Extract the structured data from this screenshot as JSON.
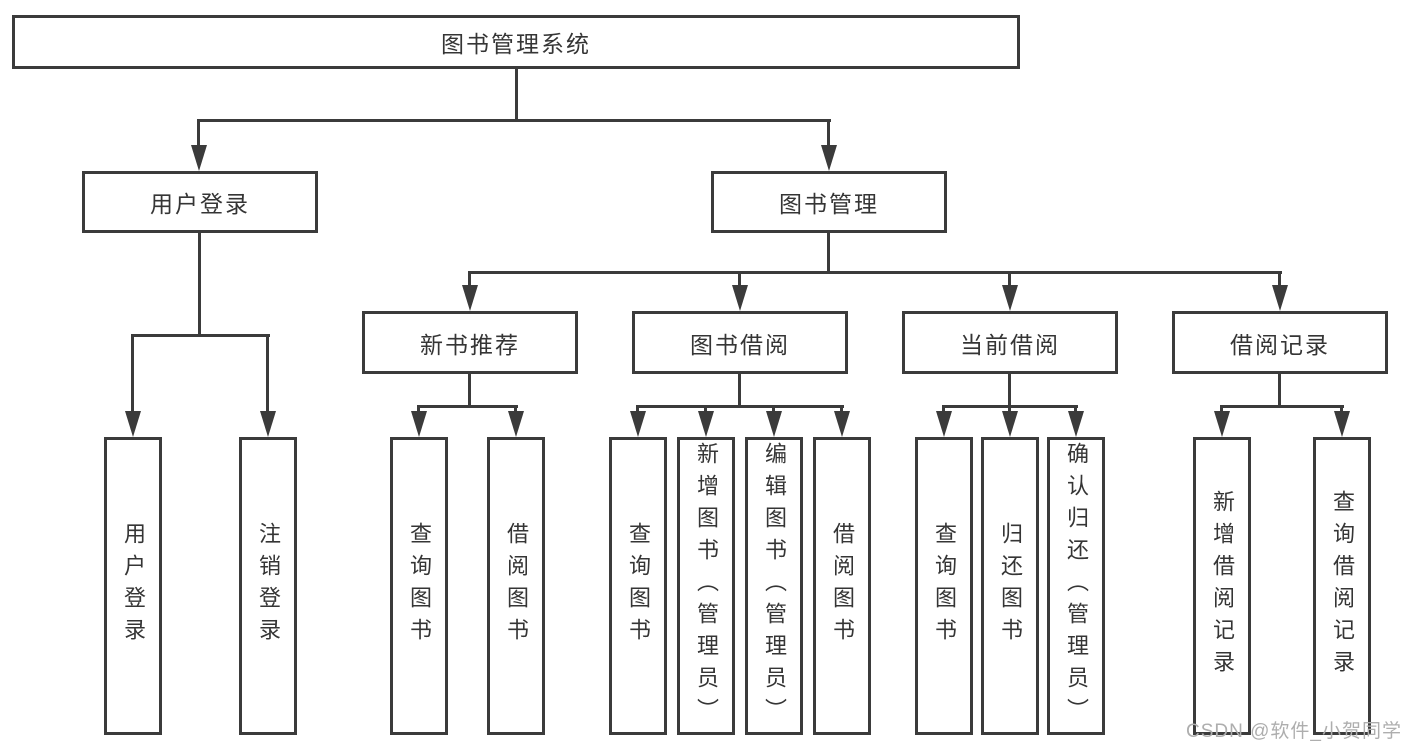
{
  "diagram": {
    "root": {
      "label": "图书管理系统"
    },
    "level2": [
      {
        "label": "用户登录"
      },
      {
        "label": "图书管理"
      }
    ],
    "level3": [
      {
        "label": "新书推荐"
      },
      {
        "label": "图书借阅"
      },
      {
        "label": "当前借阅"
      },
      {
        "label": "借阅记录"
      }
    ],
    "leaves": {
      "login": [
        {
          "label": "用户登录"
        },
        {
          "label": "注销登录"
        }
      ],
      "recommend": [
        {
          "label": "查询图书"
        },
        {
          "label": "借阅图书"
        }
      ],
      "borrow": [
        {
          "label": "查询图书"
        },
        {
          "label": "新增图书（管理员）"
        },
        {
          "label": "编辑图书（管理员）"
        },
        {
          "label": "借阅图书"
        }
      ],
      "current": [
        {
          "label": "查询图书"
        },
        {
          "label": "归还图书"
        },
        {
          "label": "确认归还（管理员）"
        }
      ],
      "records": [
        {
          "label": "新增借阅记录"
        },
        {
          "label": "查询借阅记录"
        }
      ]
    },
    "colors": {
      "line": "#3b3b3b",
      "text": "#353535",
      "background": "#ffffff",
      "watermark": "#aeaeae"
    }
  },
  "watermark": {
    "text": "CSDN @软件_小贺同学"
  }
}
